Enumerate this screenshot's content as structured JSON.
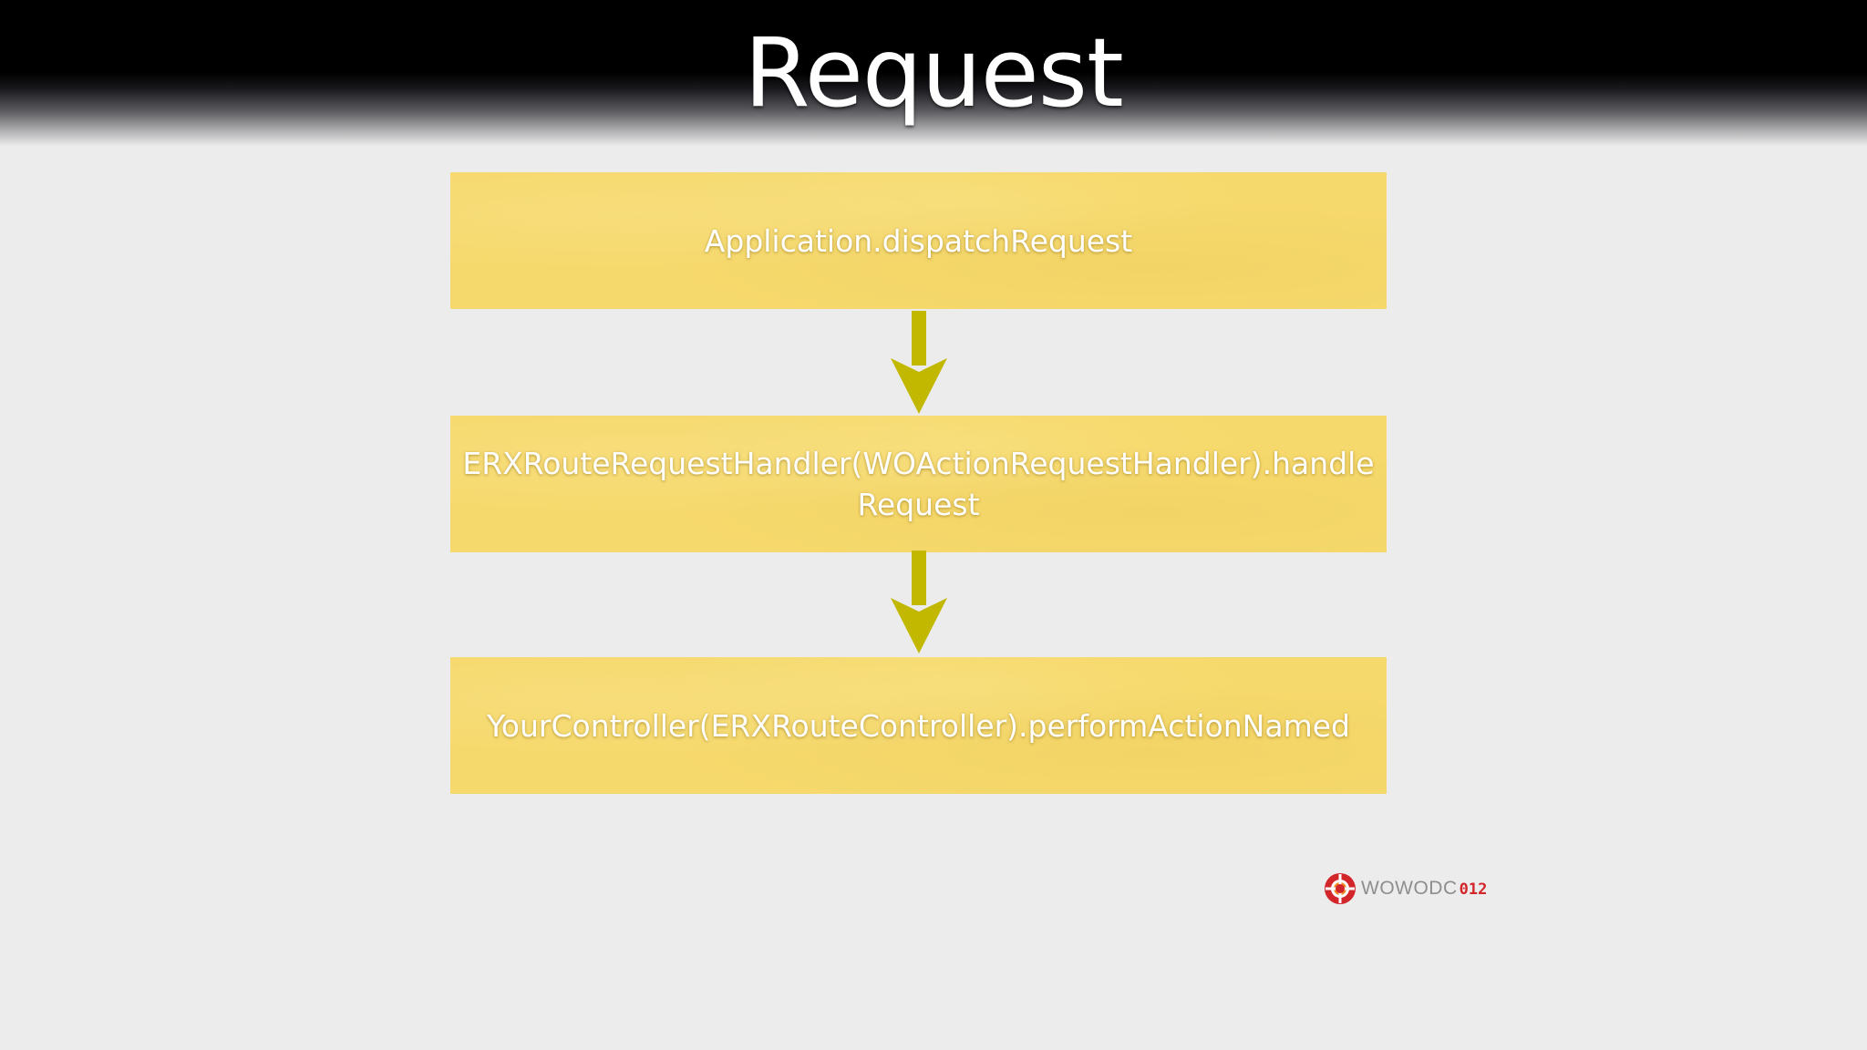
{
  "slide": {
    "title": "Request"
  },
  "flow": {
    "steps": [
      {
        "label": "Application.dispatchRequest"
      },
      {
        "label": "ERXRouteRequestHandler(WOActionRequestHandler).handleRequest"
      },
      {
        "label": "YourController(ERXRouteController).performActionNamed"
      }
    ],
    "box_color": "#f6d96c",
    "arrow_color": "#c2b800"
  },
  "logo": {
    "name": "WOWODC",
    "year": "012",
    "icon": "wowodc-logo-icon",
    "accent_color": "#d3262b"
  }
}
